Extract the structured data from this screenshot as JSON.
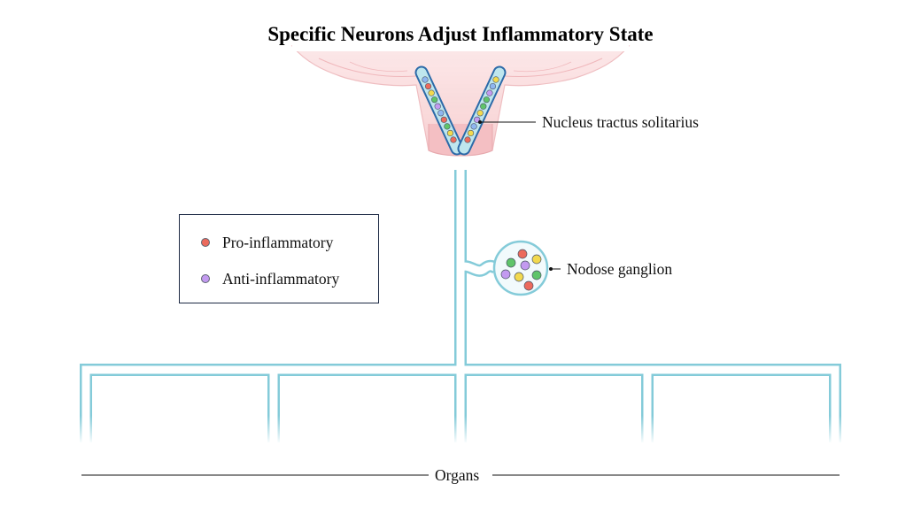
{
  "title": "Specific Neurons Adjust Inflammatory State",
  "labels": {
    "nts": "Nucleus tractus solitarius",
    "nodose": "Nodose ganglion",
    "organs": "Organs"
  },
  "legend": [
    {
      "label": "Pro-inflammatory",
      "color": "#ec6a5c"
    },
    {
      "label": "Anti-inflammatory",
      "color": "#c39af0"
    }
  ],
  "colors": {
    "nerve": "#84cbd9",
    "nerve_dark": "#2c6aa8",
    "brain_fill": "#f6c9cc",
    "brain_stroke": "#e7a9ae",
    "dot_green": "#5fc46a",
    "dot_yellow": "#f2d94e",
    "dot_blue": "#8fb6f0",
    "dot_red": "#ec6a5c",
    "dot_purple": "#c39af0"
  }
}
